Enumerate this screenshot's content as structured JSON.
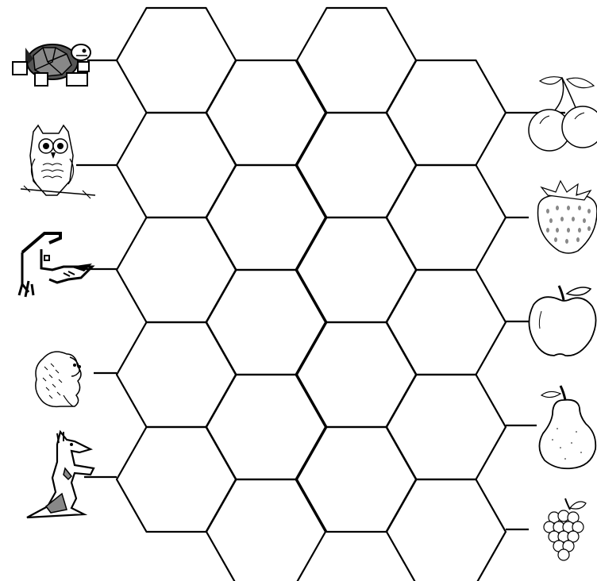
{
  "puzzle": {
    "hex_columns": [
      {
        "column": 1,
        "rows": 5
      },
      {
        "column": 2,
        "rows": 5
      },
      {
        "column": 3,
        "rows": 5
      },
      {
        "column": 4,
        "rows": 5
      }
    ],
    "animals": [
      {
        "id": "turtle",
        "icon": "turtle-icon"
      },
      {
        "id": "owl",
        "icon": "owl-icon"
      },
      {
        "id": "dog",
        "icon": "dog-icon"
      },
      {
        "id": "hedgehog",
        "icon": "hedgehog-icon"
      },
      {
        "id": "kangaroo",
        "icon": "kangaroo-icon"
      }
    ],
    "fruits": [
      {
        "id": "cherries",
        "icon": "cherries-icon"
      },
      {
        "id": "strawberry",
        "icon": "strawberry-icon"
      },
      {
        "id": "apple",
        "icon": "apple-icon"
      },
      {
        "id": "pear",
        "icon": "pear-icon"
      },
      {
        "id": "grapes",
        "icon": "grapes-icon"
      }
    ],
    "line_color": "#000000",
    "background": "#ffffff"
  }
}
